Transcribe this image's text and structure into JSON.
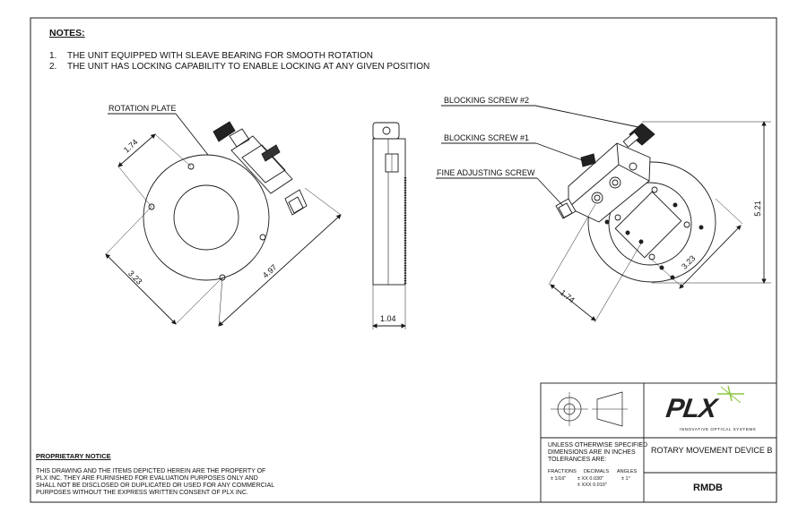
{
  "notes": {
    "title": "NOTES:",
    "items": [
      {
        "num": "1.",
        "text": "THE UNIT EQUIPPED WITH SLEAVE BEARING FOR SMOOTH ROTATION"
      },
      {
        "num": "2.",
        "text": "THE UNIT HAS LOCKING CAPABILITY TO ENABLE LOCKING AT ANY GIVEN POSITION"
      }
    ]
  },
  "callouts": {
    "rotation_plate": "ROTATION PLATE",
    "blocking_screw_2": "BLOCKING SCREW #2",
    "blocking_screw_1": "BLOCKING SCREW #1",
    "fine_adjusting_screw": "FINE ADJUSTING SCREW"
  },
  "dimensions": {
    "front_top": "1.74",
    "front_left": "3.23",
    "front_right": "4.97",
    "side_width": "1.04",
    "iso_height": "5.21",
    "iso_diag": "3.23",
    "iso_bottom": "1.74"
  },
  "proprietary": {
    "title": "PROPRIETARY NOTICE",
    "lines": [
      "THIS DRAWING AND THE ITEMS DEPICTED HEREIN ARE THE PROPERTY OF",
      "PLX INC. THEY ARE FURNISHED FOR EVALUATION PURPOSES ONLY AND",
      "SHALL NOT BE DISCLOSED OR DUPLICATED OR USED FOR ANY COMMERCIAL",
      "PURPOSES WITHOUT THE EXPRESS WRITTEN CONSENT OF PLX INC."
    ]
  },
  "title_block": {
    "logo_text": "PLX",
    "logo_tagline": "INNOVATIVE OPTICAL SYSTEMS",
    "spec_lines": [
      "UNLESS OTHERWISE SPECIFIED",
      "DIMENSIONS ARE IN INCHES",
      "TOLERANCES ARE:"
    ],
    "fractions_label": "FRACTIONS",
    "fractions_value": "± 1/16\"",
    "decimals_label": "DECIMALS",
    "decimals_xx": "± XX  0.030\"",
    "decimals_xxx": "± XXX 0.010\"",
    "angles_label": "ANGLES",
    "angles_value": "± 1°",
    "title": "ROTARY MOVEMENT DEVICE B",
    "part_number": "RMDB"
  },
  "colors": {
    "line": "#1a1a1a",
    "logo_green": "#8cc63f",
    "dark": "#222222"
  }
}
